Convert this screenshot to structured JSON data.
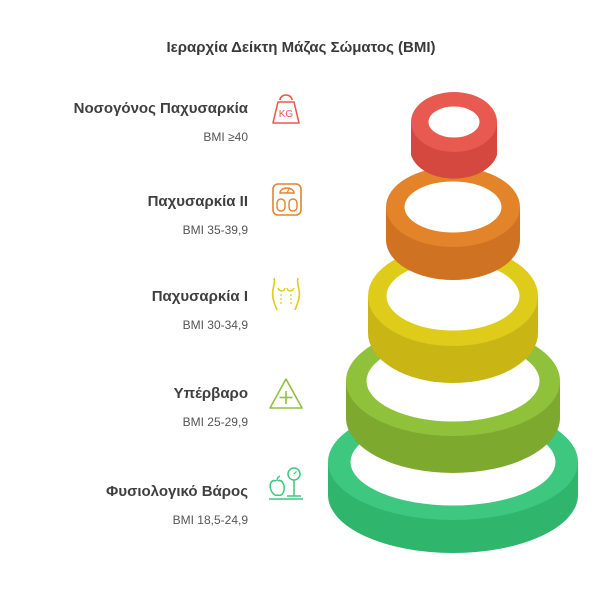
{
  "title": "Ιεραρχία Δείκτη Μάζας Σώματος (BMI)",
  "levels": [
    {
      "name": "Νοσογόνος Παχυσαρκία",
      "range": "BMI ≥40",
      "color": "#e85a50",
      "icon": "kettlebell-kg-icon",
      "icon_text": "KG"
    },
    {
      "name": "Παχυσαρκία II",
      "range": "BMI 35-39,9",
      "color": "#e3832a",
      "icon": "bathroom-scale-icon"
    },
    {
      "name": "Παχυσαρκία I",
      "range": "BMI 30-34,9",
      "color": "#dfcc1a",
      "icon": "body-torso-icon"
    },
    {
      "name": "Υπέρβαρο",
      "range": "BMI 25-29,9",
      "color": "#8fc23a",
      "icon": "triangle-plus-icon"
    },
    {
      "name": "Φυσιολογικό Βάρος",
      "range": "BMI 18,5-24,9",
      "color": "#3ec77e",
      "icon": "apple-scale-icon"
    }
  ]
}
